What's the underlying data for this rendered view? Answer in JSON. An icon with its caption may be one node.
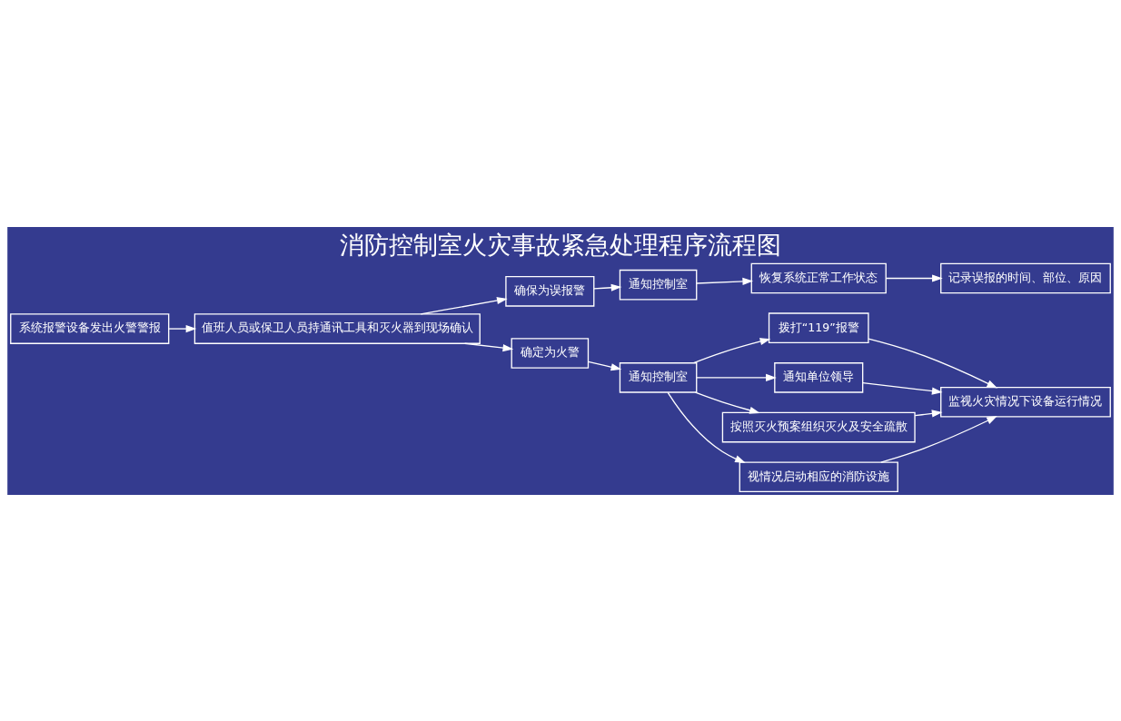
{
  "diagram": {
    "title": "消防控制室火灾事故紧急处理程序流程图",
    "nodes": [
      {
        "text": [
          "系统报警设备发出火警警报"
        ]
      },
      {
        "text": [
          "值班人员或保卫人员持通讯工具和灭火器到现场确认"
        ]
      },
      {
        "text": [
          "确保为误报警"
        ]
      },
      {
        "text": [
          "确定为火警"
        ]
      },
      {
        "text": [
          "通知控制室"
        ]
      },
      {
        "text": [
          "通知控制室"
        ]
      },
      {
        "text": [
          "恢复系统正常工作状态"
        ]
      },
      {
        "text": [
          "记录误报的时间、部位、原因"
        ]
      },
      {
        "text": [
          "拨打“119”报警"
        ]
      },
      {
        "text": [
          "通知单位领导"
        ]
      },
      {
        "text": [
          "按照灭火预案组织灭火及安全疏散"
        ]
      },
      {
        "text": [
          "视情况启动相应的消防设施"
        ]
      },
      {
        "text": [
          "监视火灾情况下设备运行情况"
        ]
      }
    ],
    "edges": [
      {
        "from": 0,
        "to": 1,
        "arrow": "to"
      },
      {
        "from": 1,
        "to": 2,
        "arrow": "to"
      },
      {
        "from": 1,
        "to": 3,
        "arrow": "to"
      },
      {
        "from": 2,
        "to": 4,
        "arrow": "to"
      },
      {
        "from": 3,
        "to": 5,
        "arrow": "to"
      },
      {
        "from": 4,
        "to": 6,
        "arrow": "to"
      },
      {
        "from": 6,
        "to": 7,
        "arrow": "to"
      },
      {
        "from": 5,
        "to": 8,
        "arrow": "to"
      },
      {
        "from": 5,
        "to": 9,
        "arrow": "to"
      },
      {
        "from": 5,
        "to": 10,
        "arrow": "to"
      },
      {
        "from": 5,
        "to": 11,
        "arrow": "to"
      },
      {
        "from": 8,
        "to": 12,
        "arrow": "to"
      },
      {
        "from": 9,
        "to": 12,
        "arrow": "to"
      },
      {
        "from": 10,
        "to": 12,
        "arrow": "to"
      },
      {
        "from": 11,
        "to": 12,
        "arrow": "to"
      }
    ]
  }
}
